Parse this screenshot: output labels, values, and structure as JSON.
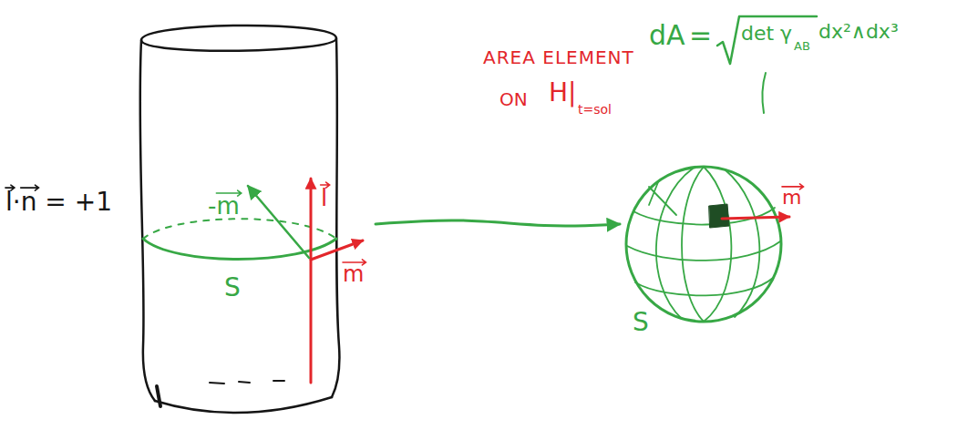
{
  "diagram": {
    "nodes": [
      {
        "text": [
          "l",
          "-m",
          "m",
          "S"
        ]
      },
      {
        "text": [
          "m",
          "S"
        ]
      }
    ],
    "edges": [
      {
        "from": 0,
        "to": 1,
        "arrow": "to"
      }
    ],
    "labels": [
      "l·n = +1",
      "AREA ELEMENT",
      "ON",
      "H|",
      "t=sol",
      "dA",
      "=",
      "det γ",
      "AB",
      "dx²∧dx³"
    ]
  }
}
